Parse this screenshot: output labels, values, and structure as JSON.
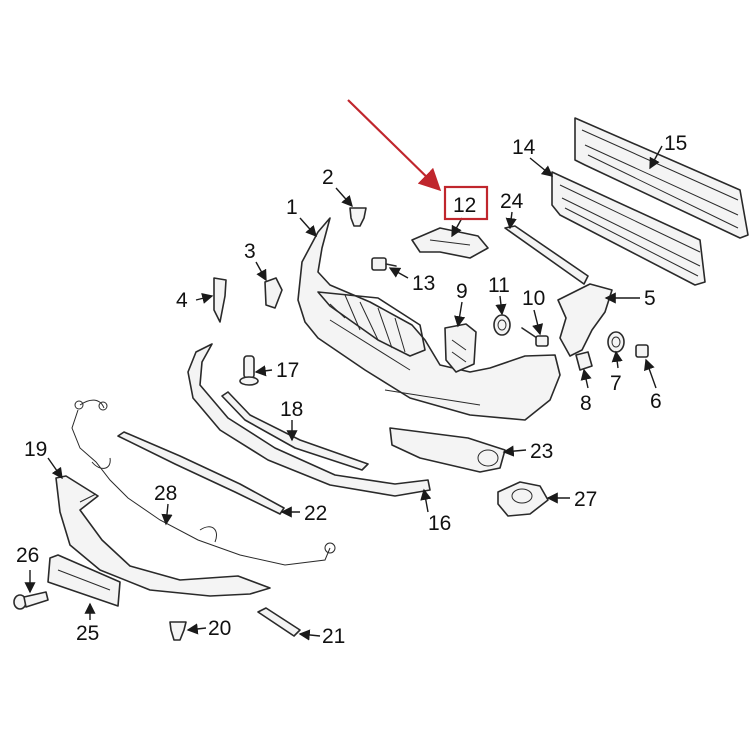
{
  "diagram": {
    "highlight": {
      "part_number": "12",
      "color": "#c0262d"
    },
    "parts": [
      {
        "number": "1"
      },
      {
        "number": "2"
      },
      {
        "number": "3"
      },
      {
        "number": "4"
      },
      {
        "number": "5"
      },
      {
        "number": "6"
      },
      {
        "number": "7"
      },
      {
        "number": "8"
      },
      {
        "number": "9"
      },
      {
        "number": "10"
      },
      {
        "number": "11"
      },
      {
        "number": "12"
      },
      {
        "number": "13"
      },
      {
        "number": "14"
      },
      {
        "number": "15"
      },
      {
        "number": "16"
      },
      {
        "number": "17"
      },
      {
        "number": "18"
      },
      {
        "number": "19"
      },
      {
        "number": "20"
      },
      {
        "number": "21"
      },
      {
        "number": "22"
      },
      {
        "number": "23"
      },
      {
        "number": "24"
      },
      {
        "number": "25"
      },
      {
        "number": "26"
      },
      {
        "number": "27"
      },
      {
        "number": "28"
      }
    ]
  }
}
